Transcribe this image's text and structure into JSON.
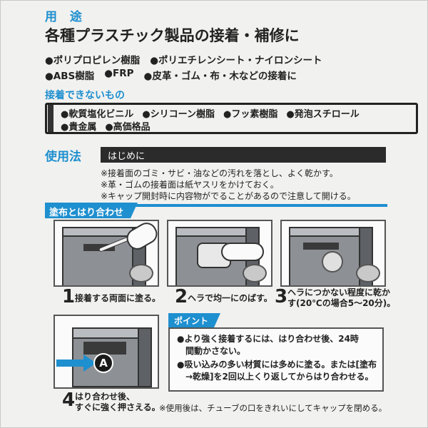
{
  "uses": {
    "heading": "用 途",
    "title": "各種プラスチック製品の接着・補修に",
    "row1": [
      "●ポリプロピレン樹脂",
      "●ポリエチレンシート・ナイロンシート"
    ],
    "row2": [
      "●ABS樹脂",
      "●FRP",
      "●皮革・ゴム・布・木などの接着に"
    ]
  },
  "cannot": {
    "heading": "接着できないもの",
    "line1": [
      "●軟質塩化ビニル",
      "●シリコーン樹脂",
      "●フッ素樹脂",
      "●発泡スチロール"
    ],
    "line2": [
      "●貴金属",
      "●高価格品"
    ]
  },
  "method": {
    "heading": "使用法",
    "start": "はじめに",
    "notes": [
      "※接着面のゴミ・サビ・油などの汚れを落とし、よく乾かす。",
      "※革・ゴムの接着面は紙ヤスリをかけておく。",
      "※キャップ開封時に内容物がでることがあるので注意して開ける。"
    ]
  },
  "section": {
    "label": "塗布とはり合わせ"
  },
  "steps": [
    {
      "num": "1",
      "text": "接着する両面に塗る。"
    },
    {
      "num": "2",
      "text": "ヘラで均一にのばす。"
    },
    {
      "num": "3",
      "text1": "ヘラにつかない程度に乾か",
      "text2": "す(20℃の場合5～20分)。"
    },
    {
      "num": "4",
      "text1": "はり合わせ後、",
      "text2": "すぐに強く押さえる。"
    }
  ],
  "step4_badge": "A",
  "point": {
    "label": "ポイント",
    "lines": [
      "●より強く接着するには、はり合わせ後、24時",
      "間動かさない。",
      "●吸い込みの多い材質には多めに塗る。または[塗布",
      "→乾燥]を2回以上くり返してからはり合わせる。"
    ]
  },
  "final_note": "※使用後は、チューブの口をきれいにしてキャップを閉める。",
  "colors": {
    "accent": "#1e8fcf",
    "dark": "#2b2b2b"
  }
}
